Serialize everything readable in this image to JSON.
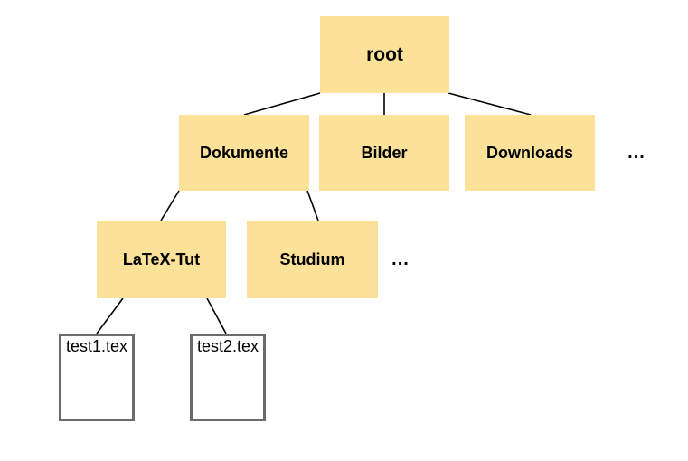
{
  "diagram": {
    "type": "tree",
    "nodes": {
      "root": {
        "label": "root",
        "type": "folder"
      },
      "dokumente": {
        "label": "Dokumente",
        "type": "folder"
      },
      "bilder": {
        "label": "Bilder",
        "type": "folder"
      },
      "downloads": {
        "label": "Downloads",
        "type": "folder"
      },
      "more_root_children": {
        "label": "...",
        "type": "ellipsis"
      },
      "latex_tut": {
        "label": "LaTeX-Tut",
        "type": "folder"
      },
      "studium": {
        "label": "Studium",
        "type": "folder"
      },
      "more_dokumente_children": {
        "label": "...",
        "type": "ellipsis"
      },
      "test1": {
        "label": "test1.tex",
        "type": "file"
      },
      "test2": {
        "label": "test2.tex",
        "type": "file"
      }
    },
    "edges": [
      {
        "from": "root",
        "to": "dokumente"
      },
      {
        "from": "root",
        "to": "bilder"
      },
      {
        "from": "root",
        "to": "downloads"
      },
      {
        "from": "dokumente",
        "to": "latex_tut"
      },
      {
        "from": "dokumente",
        "to": "studium"
      },
      {
        "from": "latex_tut",
        "to": "test1"
      },
      {
        "from": "latex_tut",
        "to": "test2"
      }
    ],
    "colors": {
      "folder_fill": "#FBE298",
      "file_fill": "#FFFFFF",
      "file_border": "#6B6B6B",
      "edge": "#000000",
      "text": "#000000",
      "background": "#FFFFFF"
    }
  }
}
